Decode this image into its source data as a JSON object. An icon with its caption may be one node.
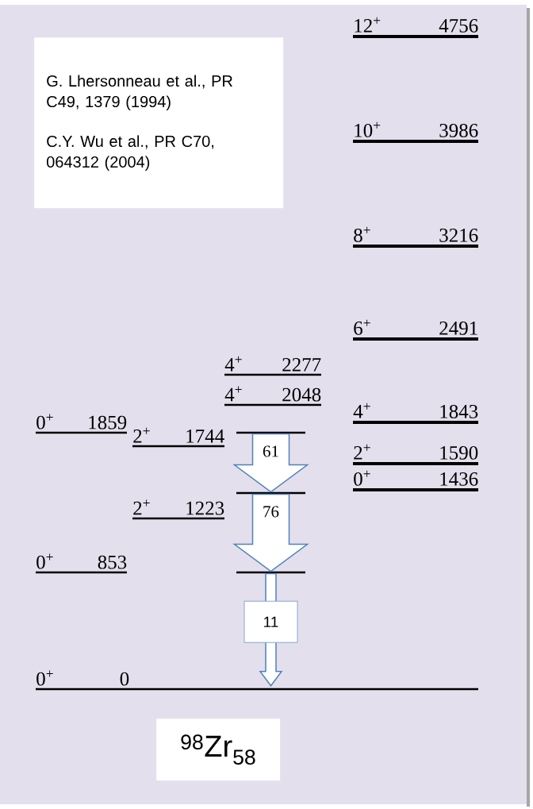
{
  "diagram": {
    "nodes": [
      {
        "text": [
          "G. Lhersonneau et al., PR C49, 1379 (1994)",
          "C.Y. Wu et al., PR C70, 064312 (2004)"
        ]
      },
      {
        "text": [
          "12$^{+}$",
          "4756"
        ]
      },
      {
        "text": [
          "10$^{+}$",
          "3986"
        ]
      },
      {
        "text": [
          "8$^{+}$",
          "3216"
        ]
      },
      {
        "text": [
          "6$^{+}$",
          "2491"
        ]
      },
      {
        "text": [
          "4$^{+}$",
          "2277"
        ]
      },
      {
        "text": [
          "4$^{+}$",
          "2048"
        ]
      },
      {
        "text": [
          "0$^{+}$",
          "1859"
        ]
      },
      {
        "text": [
          "2$^{+}$",
          "1744"
        ]
      },
      {
        "text": [],
        "shape": "bar"
      },
      {
        "text": [
          "4$^{+}$",
          "1843"
        ]
      },
      {
        "text": [
          "2$^{+}$",
          "1590"
        ]
      },
      {
        "text": [
          "0$^{+}$",
          "1436"
        ]
      },
      {
        "text": [],
        "shape": "bar"
      },
      {
        "text": [
          "2$^{+}$",
          "1223"
        ]
      },
      {
        "text": [
          "0$^{+}$",
          "853"
        ]
      },
      {
        "text": [],
        "shape": "bar"
      },
      {
        "text": [
          "0$^{+}$",
          "0"
        ]
      },
      {
        "text": [
          "$^{98}$Zr$_{58}$"
        ]
      }
    ],
    "edges": [
      {
        "from": 9,
        "to": 13,
        "arrow": "to",
        "label": "61",
        "style": "thick"
      },
      {
        "from": 13,
        "to": 16,
        "arrow": "to",
        "label": "76",
        "style": "thick"
      },
      {
        "from": 16,
        "to": 17,
        "arrow": "to",
        "label": "11"
      }
    ]
  }
}
